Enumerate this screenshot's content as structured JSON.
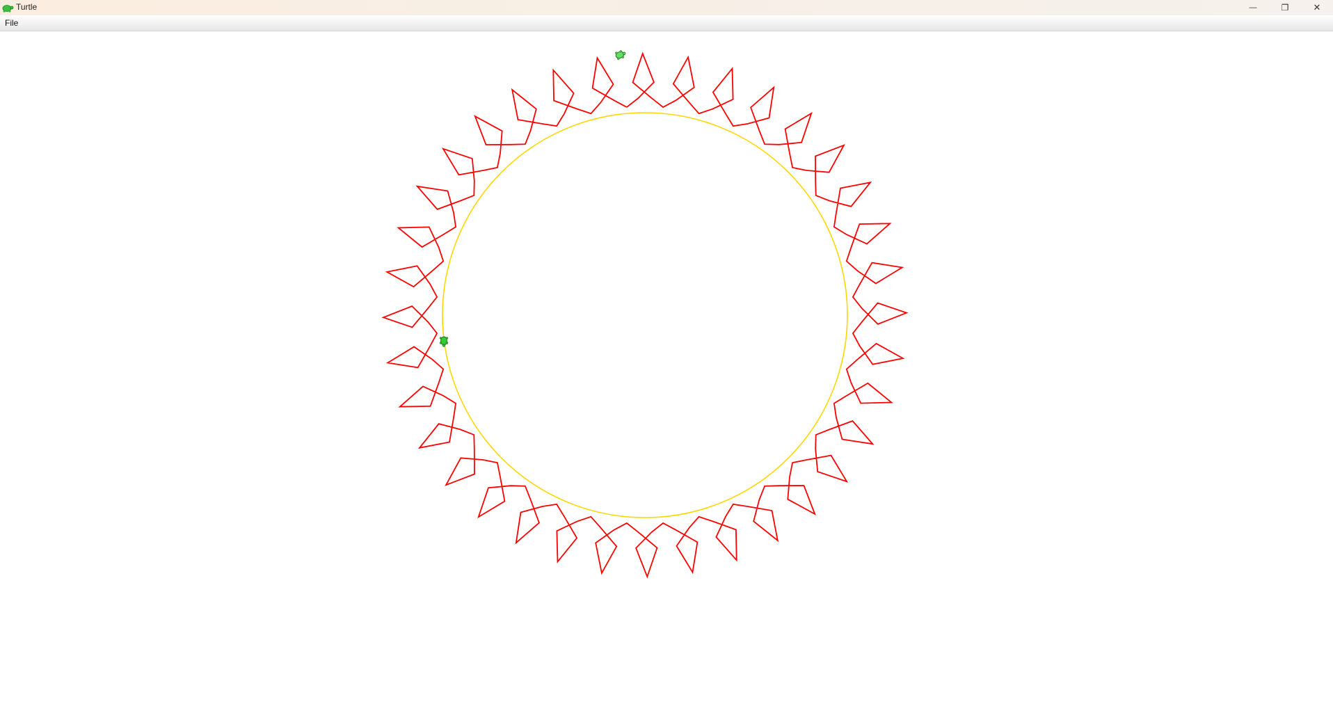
{
  "window": {
    "title": "Turtle",
    "app_icon": "turtle-icon",
    "controls": [
      {
        "name": "minimize-button",
        "icon": "minimize-icon",
        "glyph": "—"
      },
      {
        "name": "maximize-button",
        "icon": "restore-icon",
        "glyph": "❐"
      },
      {
        "name": "close-button",
        "icon": "close-icon",
        "glyph": "✕"
      }
    ]
  },
  "menubar": {
    "items": [
      {
        "label": "File"
      }
    ]
  },
  "drawing": {
    "circle_color": "#ffd700",
    "zigzag_color": "#ff0000",
    "turtle_color": "#22cc22",
    "zigzag_lobes": 36
  },
  "turtles": [
    {
      "name": "turtle-top",
      "color": "#55dd55"
    },
    {
      "name": "turtle-left",
      "color": "#33cc33"
    }
  ]
}
